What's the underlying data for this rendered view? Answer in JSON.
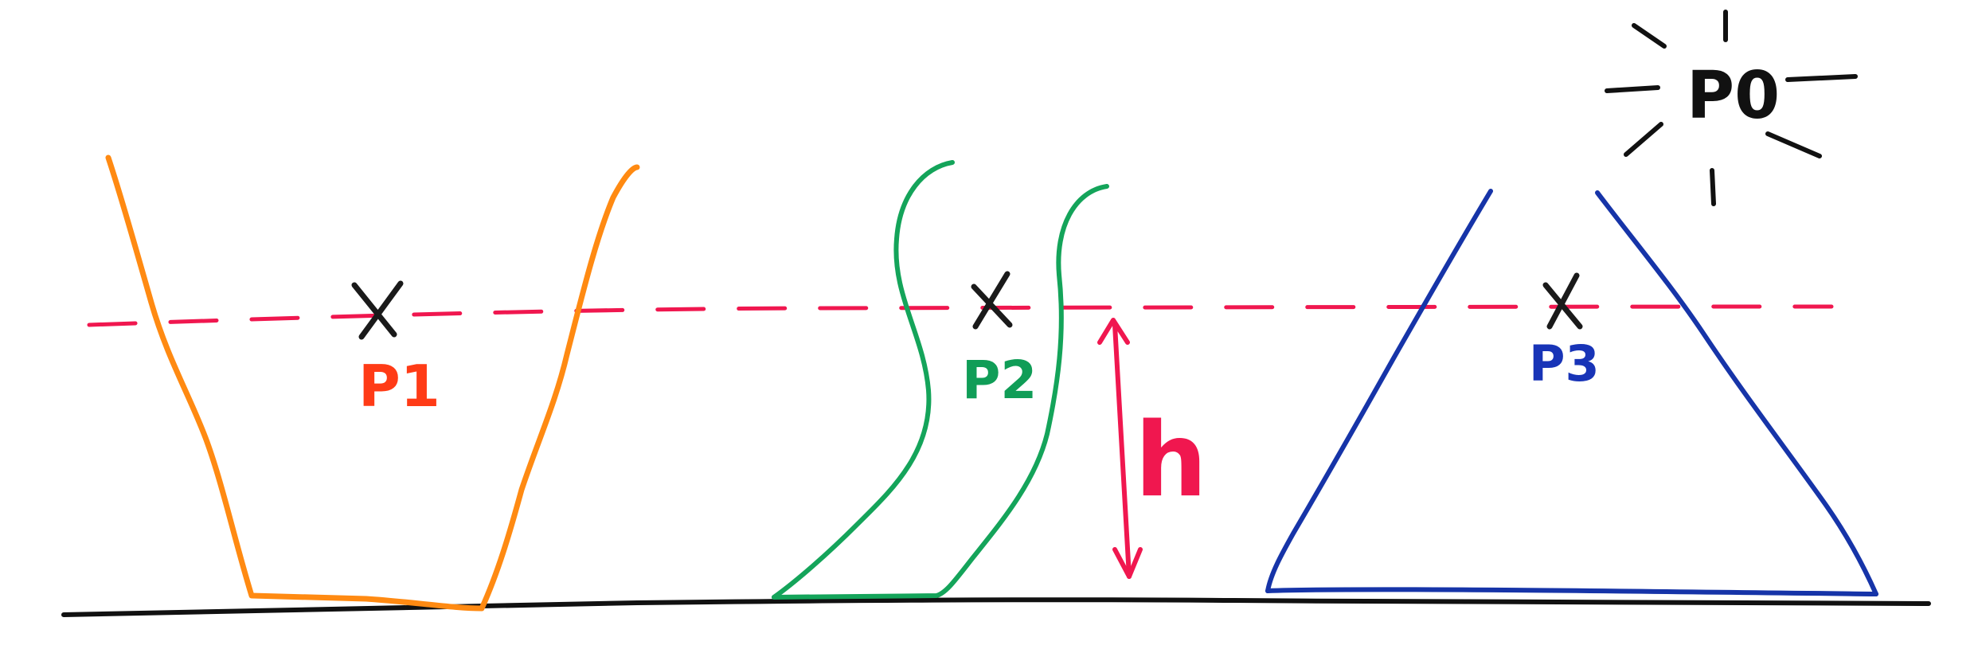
{
  "diagram": {
    "labels": {
      "p0": "P0",
      "p1": "P1",
      "p2": "P2",
      "p3": "P3",
      "h": "h"
    },
    "colors": {
      "background": "#ffffff",
      "ground": "#111111",
      "water_level": "#f0174f",
      "vessel_1": "#ff8a12",
      "vessel_2": "#14a45a",
      "vessel_3": "#1634a8",
      "point_marker": "#1a1a1a",
      "label_p1": "#ff3b16",
      "label_p2": "#109d57",
      "label_p3": "#1834b7",
      "label_p0": "#111111",
      "height_arrow": "#f0174f"
    },
    "icons": {
      "point_marker": "x-mark-icon",
      "sun_rays": "sun-rays-icon"
    }
  }
}
